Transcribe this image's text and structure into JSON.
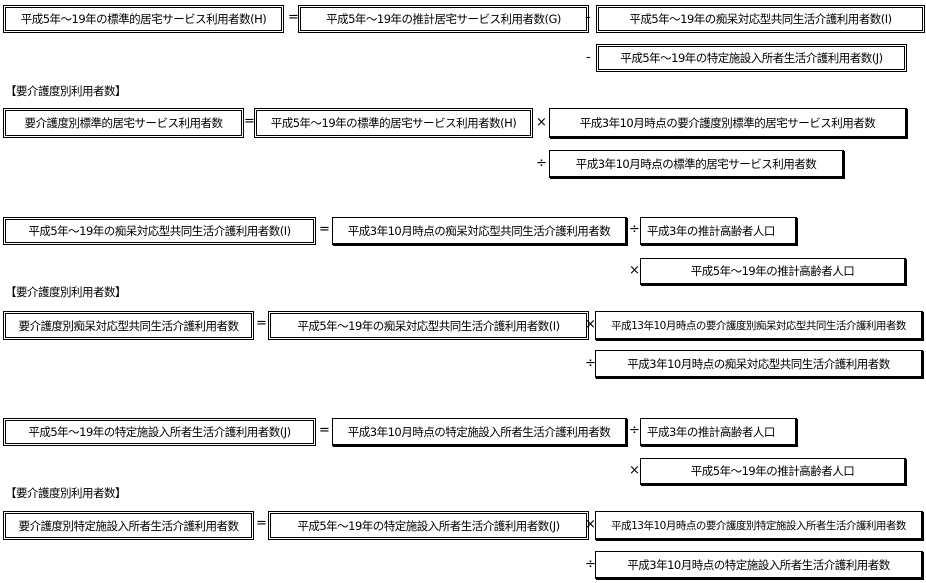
{
  "ops": {
    "eq": "=",
    "minus": "-",
    "times": "×",
    "div": "÷"
  },
  "section_label": "【要介護度別利用者数】",
  "s1": {
    "h": "平成5年～19年の標準的居宅サービス利用者数(H)",
    "g": "平成5年～19年の推計居宅サービス利用者数(G)",
    "i": "平成5年～19年の痴呆対応型共同生活介護利用者数(I)",
    "j": "平成5年～19年の特定施設入所者生活介護利用者数(J)",
    "lhs": "要介護度別標準的居宅サービス利用者数",
    "h2": "平成5年～19年の標準的居宅サービス利用者数(H)",
    "num": "平成3年10月時点の要介護度別標準的居宅サービス利用者数",
    "den": "平成3年10月時点の標準的居宅サービス利用者数"
  },
  "s2": {
    "lhs": "平成5年～19年の痴呆対応型共同生活介護利用者数(I)",
    "base": "平成3年10月時点の痴呆対応型共同生活介護利用者数",
    "pop3": "平成3年の推計高齢者人口",
    "pop519": "平成5年～19年の推計高齢者人口",
    "lhs2": "要介護度別痴呆対応型共同生活介護利用者数",
    "i2": "平成5年～19年の痴呆対応型共同生活介護利用者数(I)",
    "num": "平成13年10月時点の要介護度別痴呆対応型共同生活介護利用者数",
    "den": "平成3年10月時点の痴呆対応型共同生活介護利用者数"
  },
  "s3": {
    "lhs": "平成5年～19年の特定施設入所者生活介護利用者数(J)",
    "base": "平成3年10月時点の特定施設入所者生活介護利用者数",
    "pop3": "平成3年の推計高齢者人口",
    "pop519": "平成5年～19年の推計高齢者人口",
    "lhs2": "要介護度別特定施設入所者生活介護利用者数",
    "j2": "平成5年～19年の特定施設入所者生活介護利用者数(J)",
    "num": "平成13年10月時点の要介護度別特定施設入所者生活介護利用者数",
    "den": "平成3年10月時点の特定施設入所者生活介護利用者数"
  }
}
